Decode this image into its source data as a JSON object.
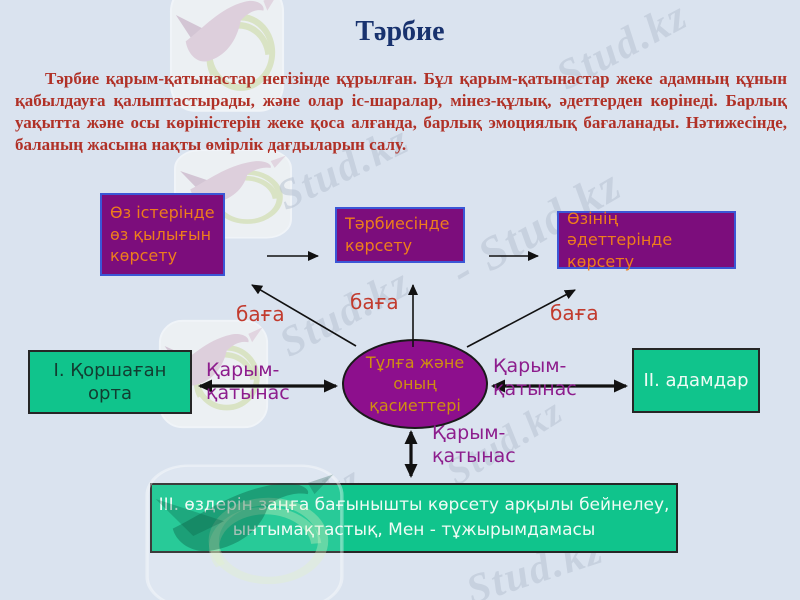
{
  "page": {
    "title": "Тәрбие",
    "intro": "Тәрбие қарым-қатынастар негізінде құрылған. Бұл қарым-қатынастар жеке адамның құнын қабылдауға қалыптастырады, және олар іс-шаралар, мінез-құлық, әдеттерден көрінеді. Барлық уақытта және осы көріністерін жеке қоса алғанда, барлық эмоциялық бағаланады. Нәтижесінде, баланың жасына нақты өмірлік дағдыларын салу."
  },
  "watermark": {
    "text": "Stud.kz",
    "text_dash": "- Stud.kz"
  },
  "diagram": {
    "top_boxes": [
      {
        "label": "Өз істерінде\nөз қылығын\nкөрсету"
      },
      {
        "label": "Тәрбиесінде\nкөрсету"
      },
      {
        "label": "Өзінің әдеттерінде\nкөрсету"
      }
    ],
    "center": {
      "label": "Тұлға және\nоның\nқасиеттері"
    },
    "side_boxes": {
      "left": {
        "label": "I. Қоршаған\nорта"
      },
      "right": {
        "label": "II. адамдар"
      }
    },
    "bottom_box": {
      "label": "III.  өздерін заңға бағынышты көрсету арқылы бейнелеу,\nынтымақтастық, Мен - тұжырымдамасы"
    },
    "labels": {
      "baga": "баға",
      "qarym": "Қарым-\nқатынас"
    }
  },
  "colors": {
    "background": "#dae3ef",
    "title": "#18326e",
    "paragraph": "#b03127",
    "box_purple": "#7c0d7c",
    "box_border_blue": "#3b57d6",
    "text_orange": "#ee7d1b",
    "ellipse_purple": "#8d0f8d",
    "ellipse_text": "#cf8d12",
    "green": "#10c48c",
    "green_text_dark": "#123d31",
    "green_text_light": "#effbf5",
    "label_red": "#c23b2e",
    "label_purple": "#8d1d8d",
    "arrow": "#111111",
    "watermark": "#b9c3d2"
  }
}
